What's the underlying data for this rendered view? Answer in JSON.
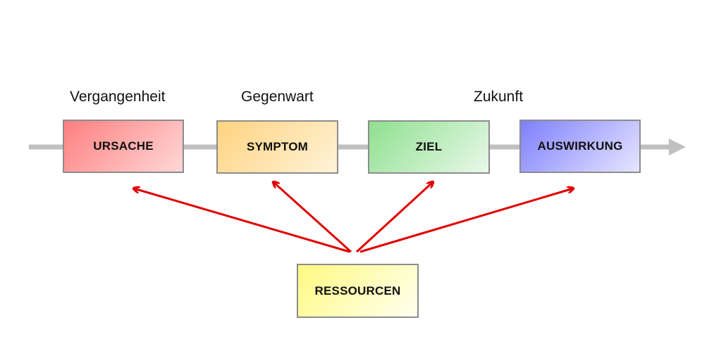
{
  "timeline": {
    "labels": {
      "past": "Vergangenheit",
      "present": "Gegenwart",
      "future": "Zukunft"
    }
  },
  "boxes": {
    "ursache": "URSACHE",
    "symptom": "SYMPTOM",
    "ziel": "ZIEL",
    "auswirkung": "AUSWIRKUNG",
    "ressourcen": "RESSOURCEN"
  },
  "colors": {
    "timeline": "#c0c0c0",
    "arrows": "#e00000",
    "border": "#8c8c8c"
  }
}
